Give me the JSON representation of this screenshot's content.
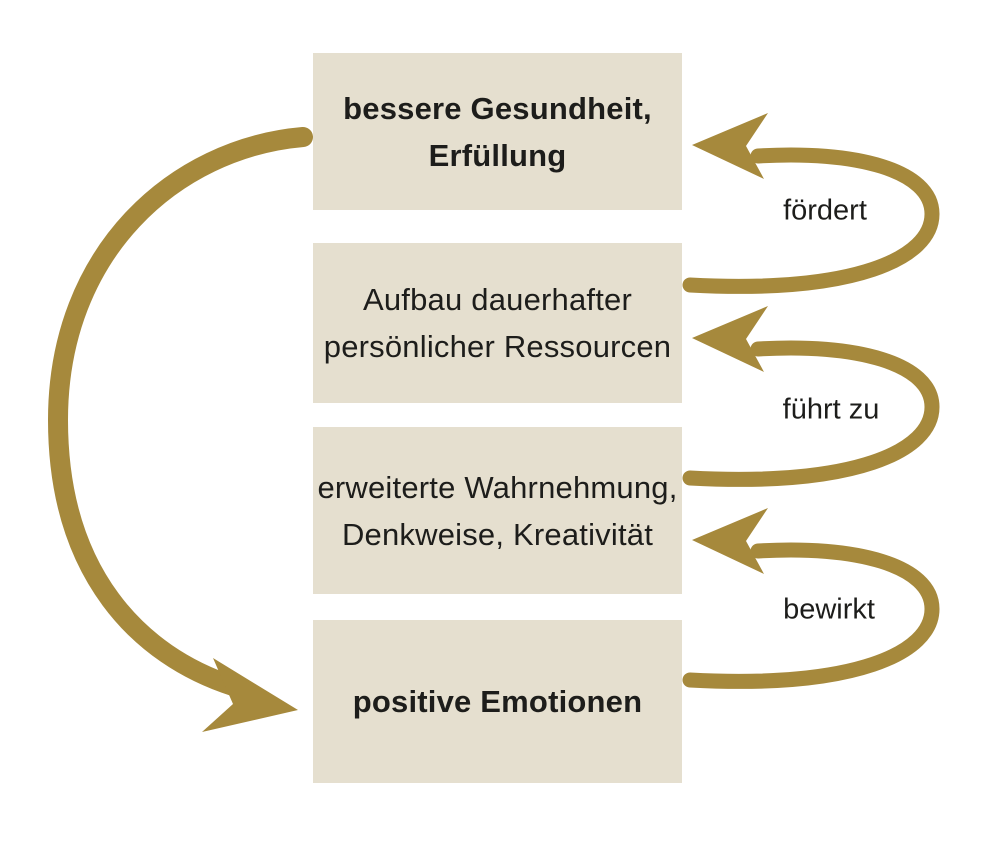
{
  "diagram": {
    "type": "cycle-diagram",
    "language": "de"
  },
  "colors": {
    "background": "#ffffff",
    "box_fill": "#e5dfcf",
    "arrow_gold": "#a6893c",
    "text": "#1d1d1b"
  },
  "boxes": [
    {
      "id": "gesundheit",
      "lines": [
        "bessere Gesundheit,",
        "Erfüllung"
      ],
      "bold": true
    },
    {
      "id": "ressourcen",
      "lines": [
        "Aufbau dauerhafter",
        "persönlicher Ressourcen"
      ],
      "bold": false
    },
    {
      "id": "wahrnehmung",
      "lines": [
        "erweiterte Wahrnehmung,",
        "Denkweise, Kreativität"
      ],
      "bold": false
    },
    {
      "id": "emotionen",
      "lines": [
        "positive Emotionen"
      ],
      "bold": true
    }
  ],
  "arrows": [
    {
      "label": "fördert",
      "from": "Aufbau dauerhafter persönlicher Ressourcen",
      "to": "bessere Gesundheit, Erfüllung",
      "direction": "up"
    },
    {
      "label": "führt zu",
      "from": "erweiterte Wahrnehmung, Denkweise, Kreativität",
      "to": "Aufbau dauerhafter persönlicher Ressourcen",
      "direction": "up"
    },
    {
      "label": "bewirkt",
      "from": "positive Emotionen",
      "to": "erweiterte Wahrnehmung, Denkweise, Kreativität",
      "direction": "up"
    }
  ],
  "feedback_arrow": {
    "label": "",
    "from": "bessere Gesundheit, Erfüllung",
    "to": "positive Emotionen",
    "direction": "down"
  }
}
